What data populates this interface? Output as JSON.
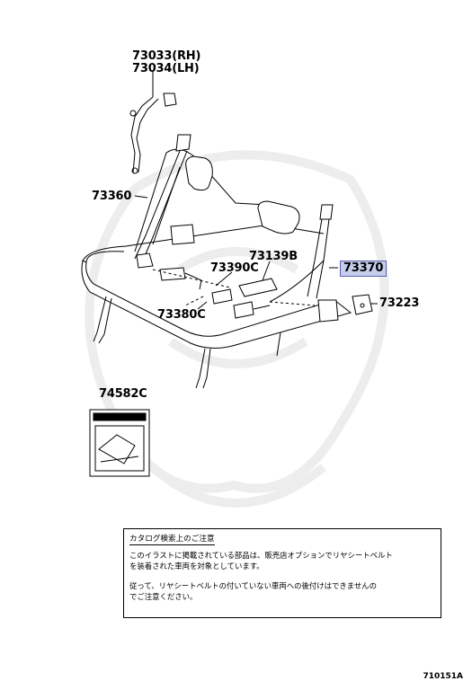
{
  "labels": {
    "p73033": "73033(RH)",
    "p73034": "73034(LH)",
    "p73360": "73360",
    "p73139b": "73139B",
    "p73390c": "73390C",
    "p73370": "73370",
    "p73223": "73223",
    "p73380c": "73380C",
    "p74582c": "74582C"
  },
  "note": {
    "title": "カタログ検索上のご注意",
    "line1a": "このイラストに掲載されている部品は、販売店オプションでリヤシートベルト",
    "line1b": "を装着された車両を対象としています。",
    "line2a": "従って、リヤシートベルトの付いていない車両への後付けはできませんの",
    "line2b": "でご注意ください。"
  },
  "figure_id": "710151A",
  "colors": {
    "highlight_fill": "#c5cdea",
    "highlight_border": "#5a62b3",
    "line": "#000000",
    "watermark": "#ececec"
  }
}
